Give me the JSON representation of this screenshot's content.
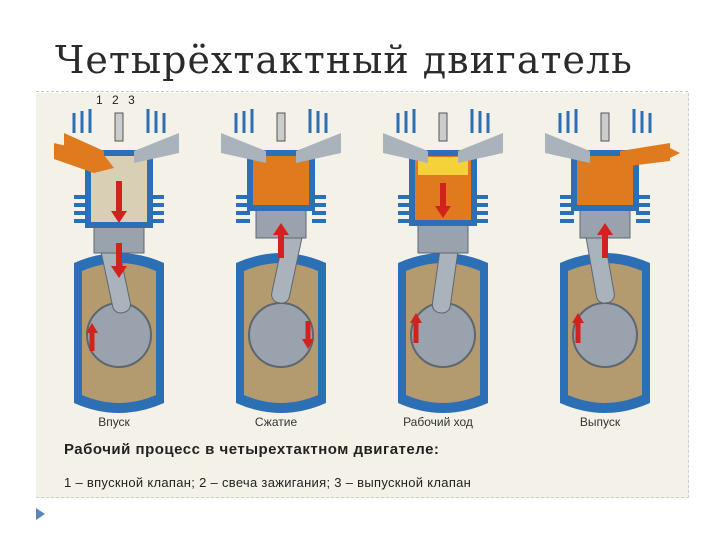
{
  "slide": {
    "title": "Четырёхтактный двигатель"
  },
  "diagram": {
    "part_numbers": [
      "1",
      "2",
      "3"
    ],
    "stages": [
      {
        "label": "Впуск",
        "icon": "intake-stroke-engine"
      },
      {
        "label": "Сжатие",
        "icon": "compression-stroke-engine"
      },
      {
        "label": "Рабочий ход",
        "icon": "power-stroke-engine"
      },
      {
        "label": "Выпуск",
        "icon": "exhaust-stroke-engine"
      }
    ],
    "caption_title": "Рабочий процесс в четырехтактном двигателе:",
    "caption_legend": "1 – впускной клапан; 2 – свеча зажигания; 3 – выпускной клапан"
  },
  "colors": {
    "housing_blue": "#2c6fb5",
    "cylinder_bg": "#b39a6f",
    "mixture_orange": "#e07a1f",
    "arrow_red": "#d0231d",
    "metal_grey": "#9aa3ad",
    "bullet_blue": "#5c86b8"
  }
}
